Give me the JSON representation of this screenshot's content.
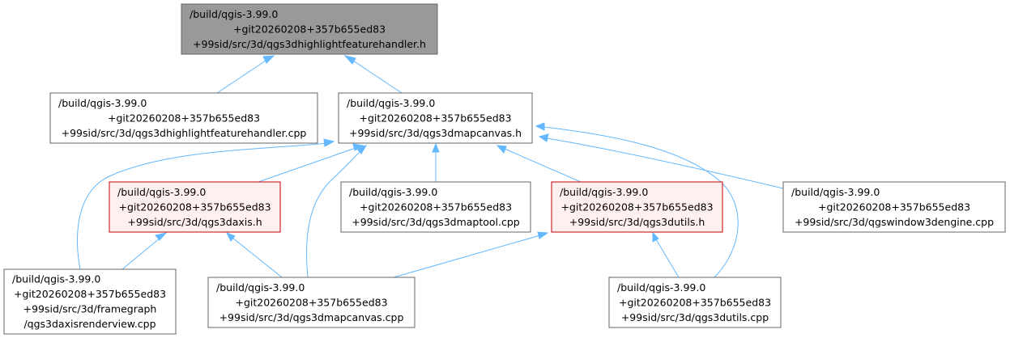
{
  "colors": {
    "root_fill": "#999999",
    "root_stroke": "#666666",
    "normal_fill": "#ffffff",
    "normal_stroke": "#666666",
    "highlight_fill": "#fff0f0",
    "highlight_stroke": "#cc0000",
    "edge": "#63b8ff"
  },
  "nodes": [
    {
      "id": "root",
      "style": "root",
      "lines": [
        "/build/qgis-3.99.0",
        "+git20260208+357b655ed83",
        "+99sid/src/3d/qgs3dhighlightfeaturehandler.h"
      ]
    },
    {
      "id": "hlcpp",
      "style": "normal",
      "lines": [
        "/build/qgis-3.99.0",
        "+git20260208+357b655ed83",
        "+99sid/src/3d/qgs3dhighlightfeaturehandler.cpp"
      ]
    },
    {
      "id": "mapcanvash",
      "style": "normal",
      "lines": [
        "/build/qgis-3.99.0",
        "+git20260208+357b655ed83",
        "+99sid/src/3d/qgs3dmapcanvas.h"
      ]
    },
    {
      "id": "daxish",
      "style": "highlight",
      "lines": [
        "/build/qgis-3.99.0",
        "+git20260208+357b655ed83",
        "+99sid/src/3d/qgs3daxis.h"
      ]
    },
    {
      "id": "maptool",
      "style": "normal",
      "lines": [
        "/build/qgis-3.99.0",
        "+git20260208+357b655ed83",
        "+99sid/src/3d/qgs3dmaptool.cpp"
      ]
    },
    {
      "id": "dutilsh",
      "style": "highlight",
      "lines": [
        "/build/qgis-3.99.0",
        "+git20260208+357b655ed83",
        "+99sid/src/3d/qgs3dutils.h"
      ]
    },
    {
      "id": "window3d",
      "style": "normal",
      "lines": [
        "/build/qgis-3.99.0",
        "+git20260208+357b655ed83",
        "+99sid/src/3d/qgswindow3dengine.cpp"
      ]
    },
    {
      "id": "axisrender",
      "style": "normal",
      "lines": [
        "/build/qgis-3.99.0",
        "+git20260208+357b655ed83",
        "+99sid/src/3d/framegraph",
        "/qgs3daxisrenderview.cpp"
      ]
    },
    {
      "id": "mapcanvascpp",
      "style": "normal",
      "lines": [
        "/build/qgis-3.99.0",
        "+git20260208+357b655ed83",
        "+99sid/src/3d/qgs3dmapcanvas.cpp"
      ]
    },
    {
      "id": "dutilscpp",
      "style": "normal",
      "lines": [
        "/build/qgis-3.99.0",
        "+git20260208+357b655ed83",
        "+99sid/src/3d/qgs3dutils.cpp"
      ]
    }
  ],
  "edges": [
    {
      "from": "hlcpp",
      "to": "root"
    },
    {
      "from": "mapcanvash",
      "to": "root"
    },
    {
      "from": "axisrender",
      "to": "mapcanvash"
    },
    {
      "from": "daxish",
      "to": "mapcanvash"
    },
    {
      "from": "mapcanvascpp",
      "to": "mapcanvash"
    },
    {
      "from": "maptool",
      "to": "mapcanvash"
    },
    {
      "from": "dutilsh",
      "to": "mapcanvash"
    },
    {
      "from": "dutilscpp",
      "to": "mapcanvash"
    },
    {
      "from": "window3d",
      "to": "mapcanvash"
    },
    {
      "from": "axisrender",
      "to": "daxish"
    },
    {
      "from": "mapcanvascpp",
      "to": "daxish"
    },
    {
      "from": "mapcanvascpp",
      "to": "dutilsh"
    },
    {
      "from": "dutilscpp",
      "to": "dutilsh"
    }
  ]
}
